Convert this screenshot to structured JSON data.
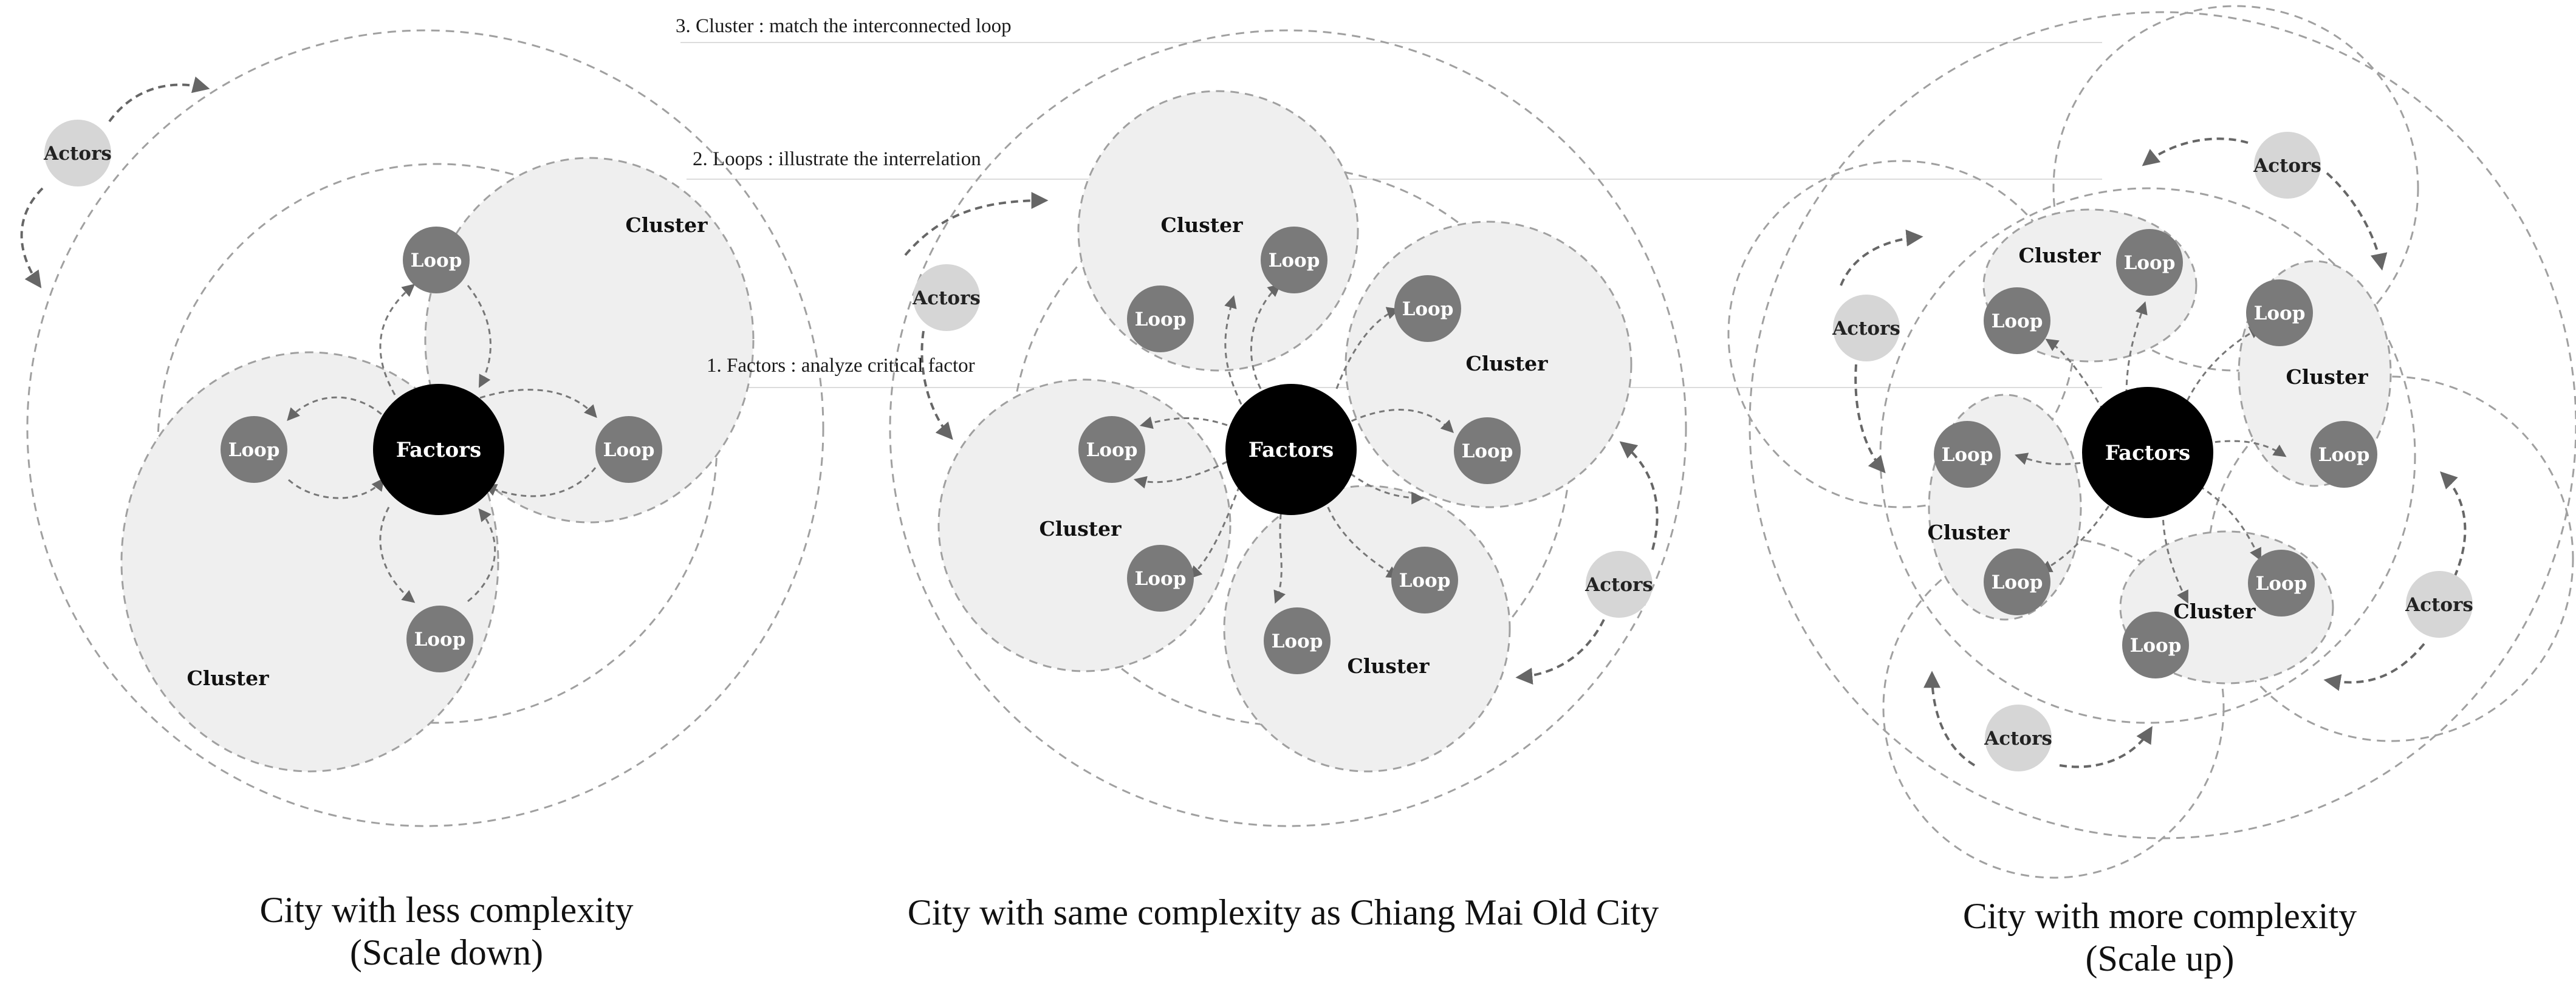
{
  "annotations": {
    "level_3": "3. Cluster : match the interconnected loop",
    "level_2": "2. Loops : illustrate the interrelation",
    "level_1": "1. Factors : analyze critical factor"
  },
  "node_labels": {
    "factors": "Factors",
    "loop": "Loop",
    "cluster": "Cluster",
    "actors": "Actors"
  },
  "captions": {
    "less": {
      "line1": "City with less complexity",
      "line2": "(Scale down)"
    },
    "same": {
      "line1": "City with same complexity as Chiang Mai Old City"
    },
    "more": {
      "line1": "City with more complexity",
      "line2": "(Scale up)"
    }
  },
  "colors": {
    "factors_fill": "#000000",
    "loop_fill": "#7a7a7a",
    "actors_fill": "#d6d6d6",
    "cluster_fill": "#efefef",
    "dashed_stroke": "#9a9a9a",
    "arrow_stroke": "#666666"
  }
}
